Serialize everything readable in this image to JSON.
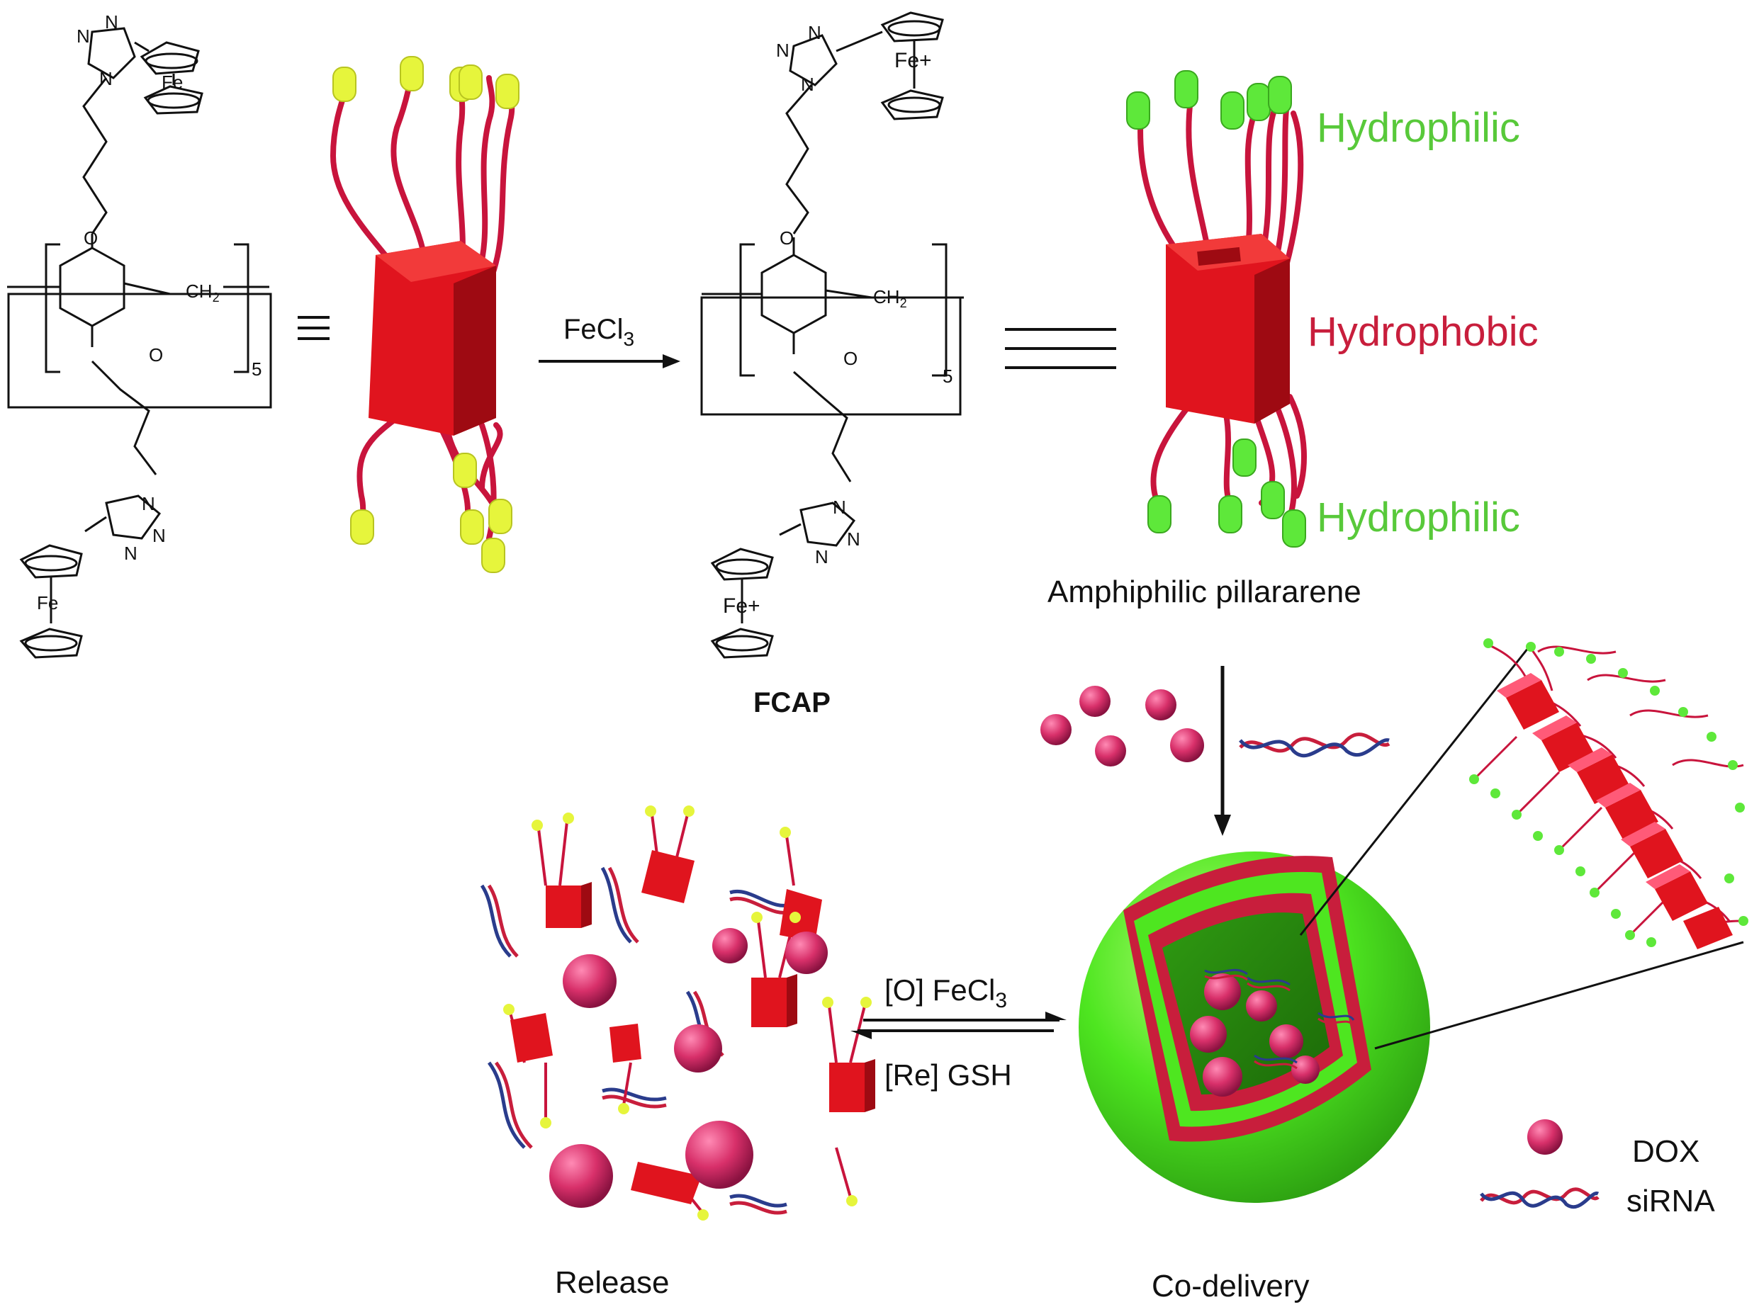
{
  "labels": {
    "reagent_oxidant": "FeCl",
    "reagent_oxidant_sub": "3",
    "iron": "Fe",
    "iron_cation": "Fe+",
    "ch2": "CH",
    "ch2_sub": "2",
    "oxygen": "O",
    "nitrogen": "N",
    "repeat_n": "5",
    "compound_name": "FCAP",
    "hydrophilic_top": "Hydrophilic",
    "hydrophobic": "Hydrophobic",
    "hydrophilic_bottom": "Hydrophilic",
    "amphiphilic": "Amphiphilic pillararene",
    "forward_reaction": "[O] FeCl",
    "forward_reaction_sub": "3",
    "reverse_reaction": "[Re] GSH",
    "release": "Release",
    "codelivery": "Co-delivery",
    "legend_dox": "DOX",
    "legend_sirna": "siRNA"
  },
  "colors": {
    "pillar_red": "#e0141e",
    "pillar_dark": "#9e0a12",
    "chain_crimson": "#c8143c",
    "cap_yellow": "#e6f53c",
    "cap_green": "#5ee83a",
    "hydrophilic_text": "#58c93a",
    "hydrophobic_text": "#c81e3c",
    "dox_pink": "#d8306a",
    "sphere_green": "#4ee620",
    "dna_red": "#c81e3c",
    "dna_blue": "#2a3c8c"
  }
}
